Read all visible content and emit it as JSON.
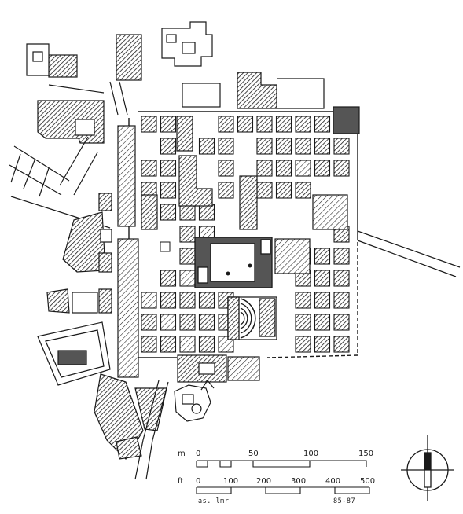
{
  "scale": {
    "metric_unit": "m",
    "metric_ticks": [
      "0",
      "50",
      "100",
      "150"
    ],
    "imperial_unit": "ft",
    "imperial_ticks": [
      "0",
      "100",
      "200",
      "300",
      "400",
      "500"
    ]
  },
  "credit": {
    "author": "as. lmr",
    "year": "85-87"
  },
  "colors": {
    "ink": "#1a1a1a",
    "paper": "#ffffff",
    "block_fill": "#555555"
  },
  "icons": {
    "north_arrow": "north-arrow-icon",
    "hatch": "diagonal-hatch-pattern"
  }
}
